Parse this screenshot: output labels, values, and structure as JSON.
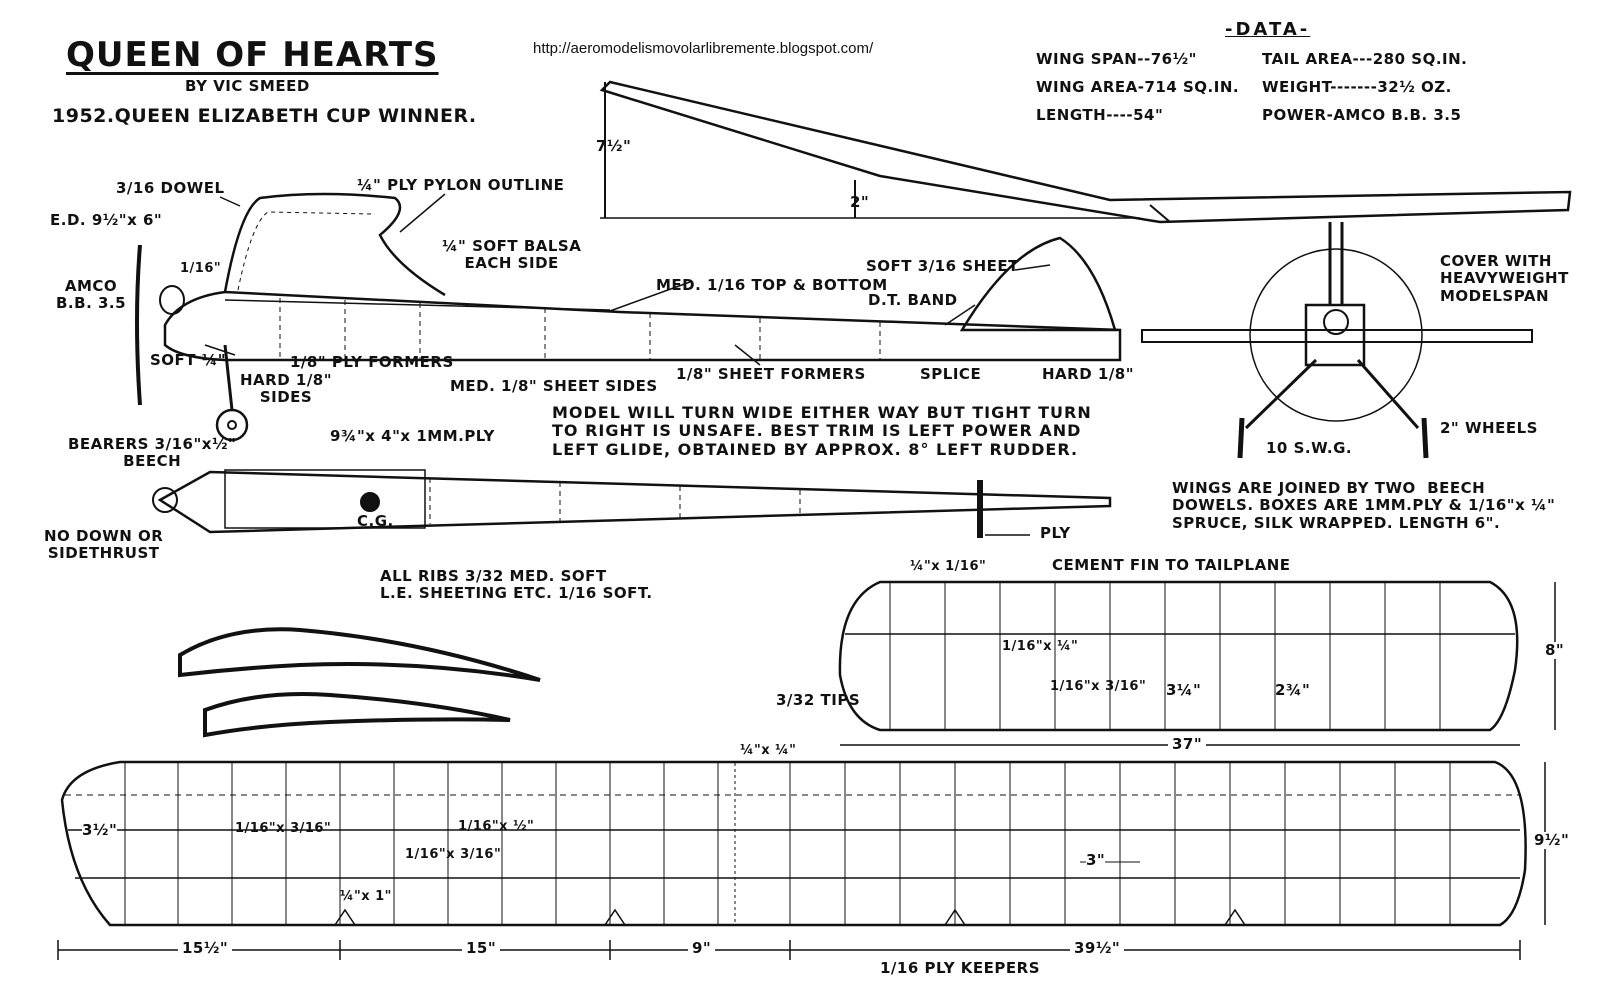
{
  "header": {
    "title": "QUEEN OF HEARTS",
    "designer": "BY VIC SMEED",
    "award": "1952.QUEEN ELIZABETH CUP WINNER.",
    "source_url": "http://aeromodelismovolarlibremente.blogspot.com/"
  },
  "data_table": {
    "heading": "-DATA-",
    "rows": [
      {
        "left": "WING SPAN--76½\"",
        "right": "TAIL AREA---280 SQ.IN."
      },
      {
        "left": "WING AREA-714 SQ.IN.",
        "right": "WEIGHT-------32½ OZ."
      },
      {
        "left": "LENGTH----54\"",
        "right": "POWER-AMCO B.B. 3.5"
      }
    ]
  },
  "dihedral_view": {
    "tip_height": "7½\"",
    "center_height": "2\""
  },
  "side_view": {
    "labels": {
      "dowel": "3/16 DOWEL",
      "pylon": "¼\" PLY PYLON OUTLINE",
      "prop": "E.D. 9½\"x 6\"",
      "engine": "AMCO\nB.B. 3.5",
      "balsa": "¼\" SOFT BALSA\nEACH SIDE",
      "top_bottom": "MED. 1/16 TOP & BOTTOM",
      "soft_sheet": "SOFT 3/16 SHEET",
      "dt_band": "D.T. BAND",
      "soft_quarter": "SOFT ¼\"",
      "hard_sides": "HARD 1/8\"\nSIDES",
      "ply_formers": "1/8\" PLY FORMERS",
      "med_sheet": "MED. 1/8\" SHEET SIDES",
      "sheet_formers": "1/8\" SHEET FORMERS",
      "splice": "SPLICE",
      "hard_tail": "HARD 1/8\"",
      "nose_dim": "1/16\""
    }
  },
  "trim_note": "MODEL WILL TURN WIDE EITHER WAY BUT TIGHT TURN\nTO RIGHT IS UNSAFE. BEST TRIM IS LEFT POWER AND\nLEFT GLIDE, OBTAINED BY APPROX. 8° LEFT RUDDER.",
  "top_view": {
    "bearers": "BEARERS 3/16\"x½\"\nBEECH",
    "ply": "9¾\"x 4\"x 1MM.PLY",
    "cg": "C.G.",
    "tail_ply": "PLY",
    "thrust": "NO DOWN OR\nSIDETHRUST"
  },
  "front_view": {
    "cover": "COVER WITH\nHEAVYWEIGHT\nMODELSPAN",
    "wire": "10 S.W.G.",
    "wheels": "2\" WHEELS"
  },
  "wing_note": "WINGS ARE JOINED BY TWO  BEECH\nDOWELS. BOXES ARE 1MM.PLY & 1/16\"x ¼\"\nSPRUCE, SILK WRAPPED. LENGTH 6\".",
  "ribs_note": "ALL RIBS 3/32 MED. SOFT\nL.E. SHEETING ETC. 1/16 SOFT.",
  "tailplane": {
    "heading": "CEMENT FIN TO TAILPLANE",
    "le_spar": "¼\"x 1/16\"",
    "spar_a": "1/16\"x ¼\"",
    "spar_b": "1/16\"x 3/16\"",
    "tips": "3/32 TIPS",
    "bay_a": "3¼\"",
    "bay_b": "2¾\"",
    "chord": "8\"",
    "span": "37\""
  },
  "wing": {
    "le_spar": "¼\"x ¼\"",
    "tip_chord": "3½\"",
    "spar_a": "1/16\"x 3/16\"",
    "spar_b": "1/16\"x ½\"",
    "spar_c": "1/16\"x 3/16\"",
    "center_bay": "3\"",
    "dowel": "¼\"x 1\"",
    "chord": "9½\"",
    "dims": [
      "15½\"",
      "15\"",
      "9\"",
      "39½\""
    ],
    "keepers": "1/16 PLY KEEPERS"
  }
}
